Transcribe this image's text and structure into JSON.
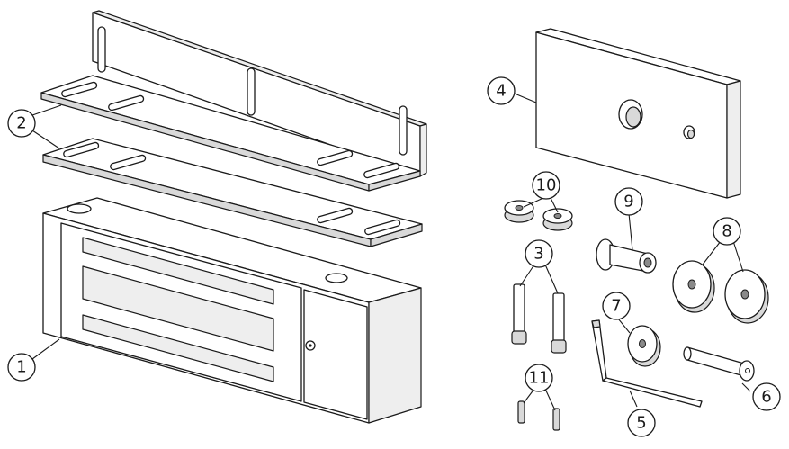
{
  "callouts": {
    "c1": "1",
    "c2": "2",
    "c3": "3",
    "c4": "4",
    "c5": "5",
    "c6": "6",
    "c7": "7",
    "c8": "8",
    "c9": "9",
    "c10": "10",
    "c11": "11"
  },
  "colors": {
    "line": "#1a1a1a",
    "face_shade": "#d9d9d9",
    "background": "#ffffff"
  }
}
